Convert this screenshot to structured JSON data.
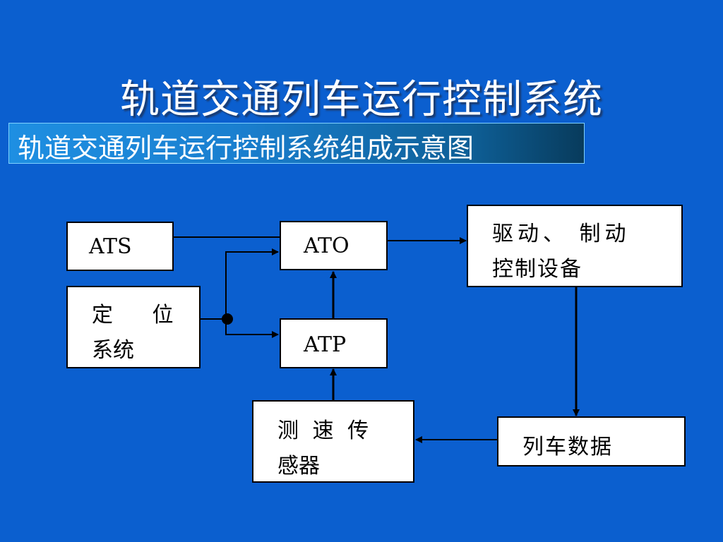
{
  "slide": {
    "title": "轨道交通列车运行控制系统",
    "subtitle": "轨道交通列车运行控制系统组成示意图"
  },
  "diagram": {
    "nodes": {
      "ats": "ATS",
      "ato": "ATO",
      "atp": "ATP",
      "positioning_line1": "定 位",
      "positioning_line2": "系统",
      "drive_line1": "驱动、 制动",
      "drive_line2": "控制设备",
      "train_data": "列车数据",
      "sensor_line1": "测 速 传",
      "sensor_line2": "感器"
    }
  },
  "colors": {
    "background": "#0b5fcf",
    "title": "#ffffff",
    "box_fill": "#ffffff",
    "line": "#000000"
  }
}
